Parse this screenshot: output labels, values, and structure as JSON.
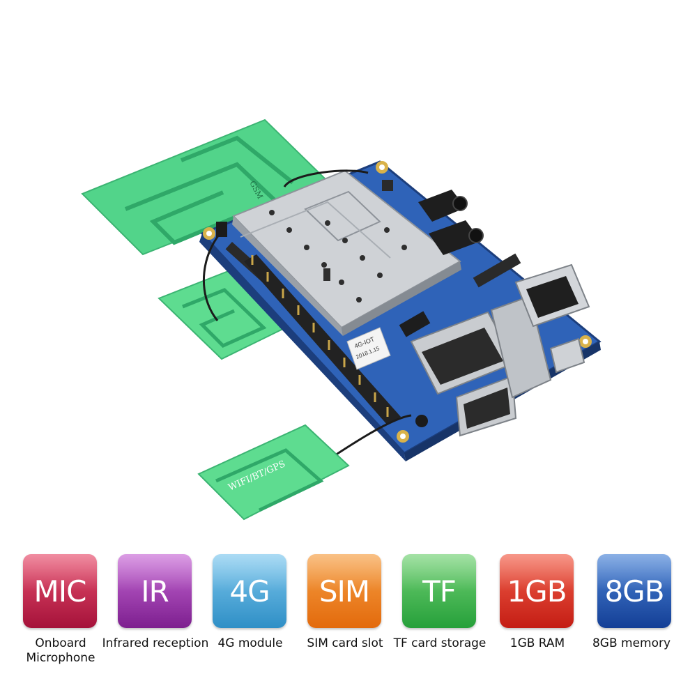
{
  "board": {
    "antenna_gsm_label": "GSM",
    "antenna_wifi_label": "WIFI/BT/GPS",
    "module_sticker_line1": "4G-IOT",
    "module_sticker_line2": "2018.1.15"
  },
  "features": [
    {
      "tile": "MIC",
      "caption": "Onboard Microphone",
      "color_top": "#e8506f",
      "color_bottom": "#a5123a"
    },
    {
      "tile": "IR",
      "caption": "Infrared reception",
      "color_top": "#c86ad6",
      "color_bottom": "#7d1f8f"
    },
    {
      "tile": "4G",
      "caption": "4G module",
      "color_top": "#7fc8ee",
      "color_bottom": "#2f8fc6"
    },
    {
      "tile": "SIM",
      "caption": "SIM card slot",
      "color_top": "#f6a045",
      "color_bottom": "#e36a0c"
    },
    {
      "tile": "TF",
      "caption": "TF card storage",
      "color_top": "#74d276",
      "color_bottom": "#26a03a"
    },
    {
      "tile": "1GB",
      "caption": "1GB RAM",
      "color_top": "#f2604a",
      "color_bottom": "#c41d14"
    },
    {
      "tile": "8GB",
      "caption": "8GB memory",
      "color_top": "#4d86d8",
      "color_bottom": "#143f96"
    }
  ]
}
